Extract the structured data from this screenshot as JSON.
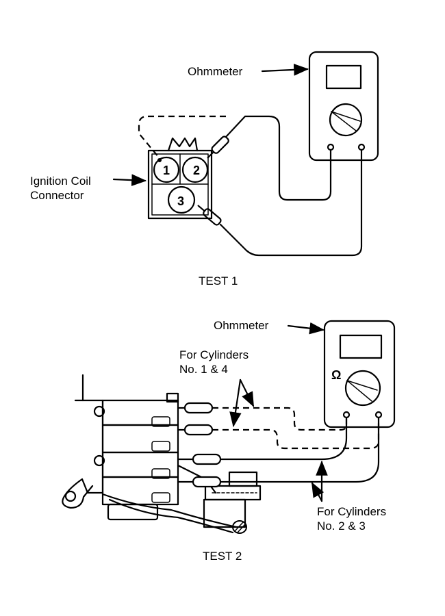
{
  "test1": {
    "caption": "TEST 1",
    "ohmmeter_label": "Ohmmeter",
    "connector_label_line1": "Ignition Coil",
    "connector_label_line2": "Connector",
    "terminals": [
      "1",
      "2",
      "3"
    ]
  },
  "test2": {
    "caption": "TEST 2",
    "ohmmeter_label": "Ohmmeter",
    "ohm_symbol": "Ω",
    "cyl_14_line1": "For Cylinders",
    "cyl_14_line2": "No. 1 & 4",
    "cyl_23_line1": "For Cylinders",
    "cyl_23_line2": "No. 2 & 3"
  },
  "colors": {
    "ink": "#000000",
    "paper": "#ffffff"
  }
}
